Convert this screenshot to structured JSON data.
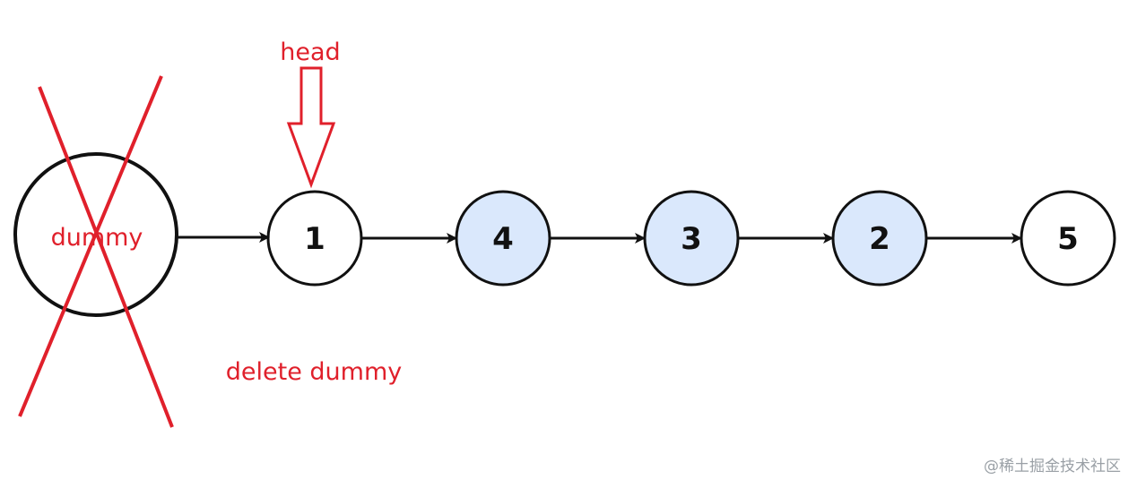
{
  "colors": {
    "annotation": "#e0202b",
    "node_stroke": "#111111",
    "node_plain_fill": "#ffffff",
    "node_highlight_fill": "#dae8fc",
    "watermark": "#9aa0a6"
  },
  "dummy_node": {
    "label": "dummy",
    "crossed_out": true
  },
  "list_nodes": [
    {
      "label": "1",
      "highlighted": false
    },
    {
      "label": "4",
      "highlighted": true
    },
    {
      "label": "3",
      "highlighted": true
    },
    {
      "label": "2",
      "highlighted": true
    },
    {
      "label": "5",
      "highlighted": false
    }
  ],
  "head_pointer": {
    "label": "head",
    "target_node": "1"
  },
  "delete_note": "delete dummy",
  "watermark": "@稀土掘金技术社区"
}
